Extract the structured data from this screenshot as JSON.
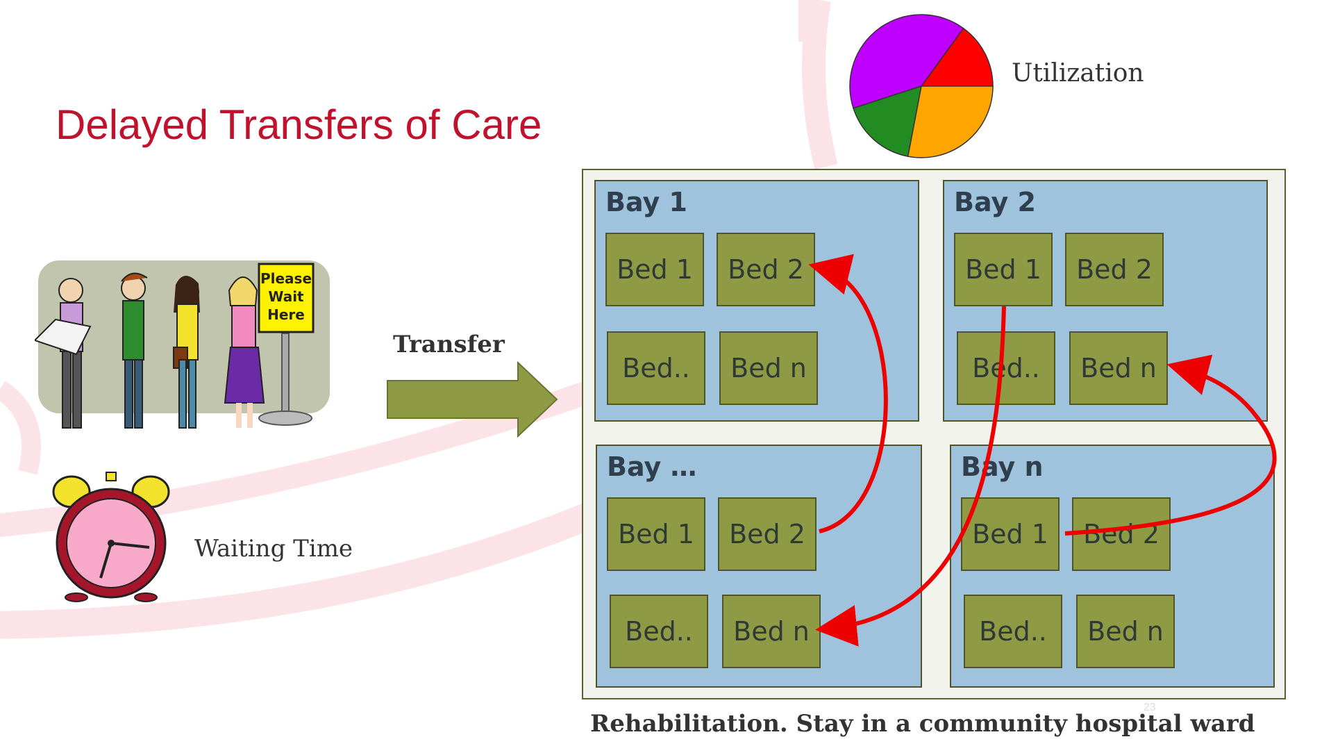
{
  "slide": {
    "title": "Delayed Transfers of Care",
    "waiting_label": "Waiting Time",
    "transfer_label": "Transfer",
    "utilization_label": "Utilization",
    "sign_text": [
      "Please",
      "Wait",
      "Here"
    ],
    "caption": "Rehabilitation.  Stay in a community hospital ward",
    "page_number": "23"
  },
  "bays": [
    {
      "label": "Bay  1",
      "beds": [
        "Bed 1",
        "Bed 2",
        "Bed..",
        "Bed n"
      ]
    },
    {
      "label": "Bay  2",
      "beds": [
        "Bed 1",
        "Bed 2",
        "Bed..",
        "Bed n"
      ]
    },
    {
      "label": "Bay …",
      "beds": [
        "Bed 1",
        "Bed 2",
        "Bed..",
        "Bed n"
      ]
    },
    {
      "label": "Bay  n",
      "beds": [
        "Bed 1",
        "Bed 2",
        "Bed..",
        "Bed n"
      ]
    }
  ],
  "utilization_pie": {
    "slices": [
      {
        "color": "#ff0000",
        "fraction": 0.15
      },
      {
        "color": "#bf00ff",
        "fraction": 0.4
      },
      {
        "color": "#228b22",
        "fraction": 0.17
      },
      {
        "color": "#ffa500",
        "fraction": 0.28
      }
    ]
  },
  "colors": {
    "title": "#c0122d",
    "bay_fill": "#9fc3dc",
    "bed_fill": "#8f9a45",
    "arrow_fill": "#8f9a45",
    "transfer_arrows": "#ee0000"
  }
}
